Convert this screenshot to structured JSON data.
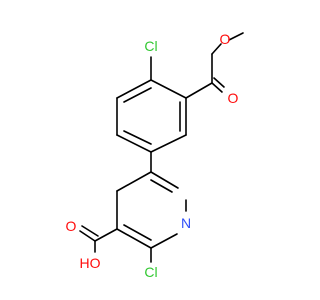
{
  "atoms": {
    "cl_top": {
      "label": "Cl",
      "color": "#32c832"
    },
    "o_ester_single": {
      "label": "O",
      "color": "#ff0d0d"
    },
    "o_ester_double": {
      "label": "O",
      "color": "#ff0d0d"
    },
    "n_ring": {
      "label": "N",
      "color": "#3050f8"
    },
    "o_acid_double": {
      "label": "O",
      "color": "#ff0d0d"
    },
    "o_acid_hydroxyl": {
      "label": "HO",
      "color": "#ff0d0d"
    },
    "cl_bottom": {
      "label": "Cl",
      "color": "#32c832"
    }
  }
}
